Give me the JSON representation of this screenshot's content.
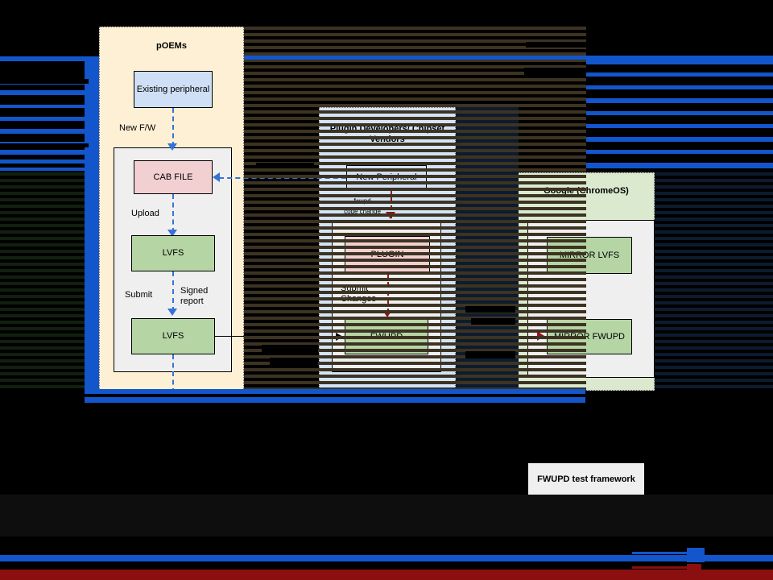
{
  "diagram": {
    "title_hidden": "",
    "lanes": [
      {
        "id": "poems",
        "label": "pOEMs"
      },
      {
        "id": "plugin",
        "label": "Plugin Developers/\nChipset Vendors"
      },
      {
        "id": "google",
        "label": "Google\n(ChromeOS)"
      }
    ],
    "nodes": {
      "existing_peripheral": "Existing\nperipheral",
      "cab_file": "CAB FILE",
      "lvfs_upload": "LVFS",
      "lvfs_submit": "LVFS",
      "new_peripheral": "New Peripheral",
      "plugin": "PLUGIN",
      "fwupd": "FWUPD",
      "mirror_lvfs": "MIRROR LVFS",
      "mirror_fwupd": "MIRROR FWUPD"
    },
    "edge_labels": {
      "new_fw": "New F/W",
      "upload": "Upload",
      "submit": "Submit",
      "signed_report": "Signed\nreport",
      "fwupd_code_change": "fwupd\ncode change",
      "submit_changes": "Submit\nChanges"
    },
    "caption": "FWUPD test framework",
    "colors": {
      "lane_poems_fill": "#fdf0d5",
      "lane_plugin_fill": "#d4e4f7",
      "lane_google_fill": "#dbeacf",
      "inner_panel_fill": "#efefef",
      "node_blue": "#cfdff5",
      "node_pink": "#f2cfd1",
      "node_green": "#b5d5a4",
      "arrow_blue": "#3772d8",
      "arrow_red": "#9c1111",
      "arrow_black": "#000000",
      "background": "#000000",
      "glitch_blue": "#1356cc"
    }
  }
}
